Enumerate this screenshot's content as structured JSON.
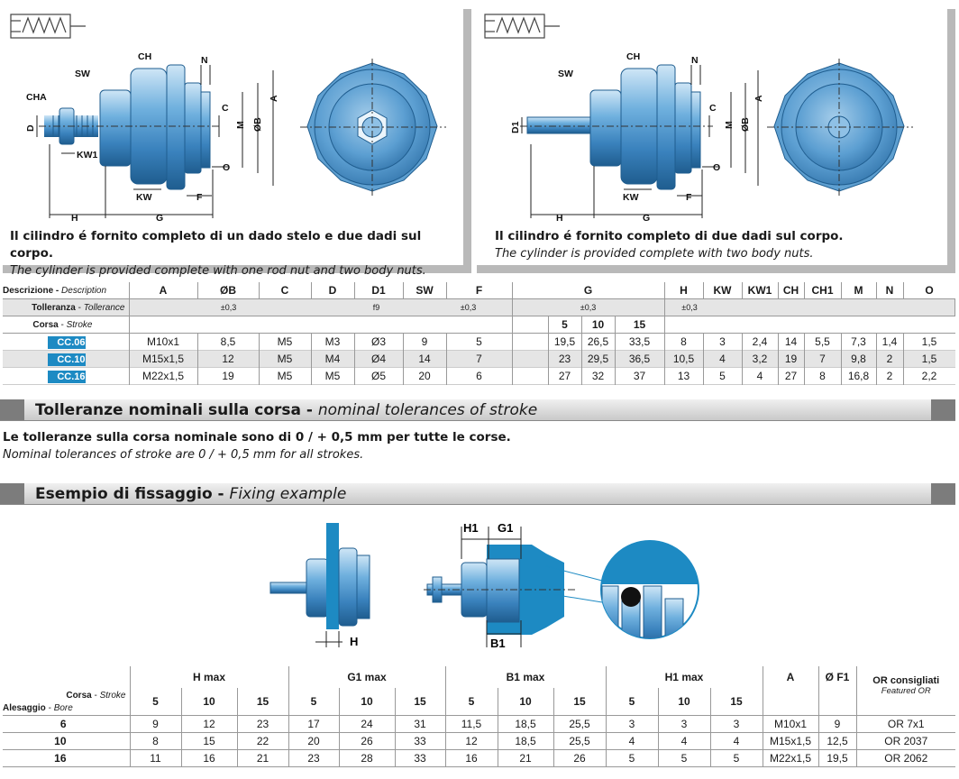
{
  "diagram_left": {
    "labels": [
      "CH",
      "N",
      "SW",
      "CHA",
      "D",
      "C",
      "M",
      "ØB",
      "A",
      "KW1",
      "O",
      "KW",
      "F",
      "H",
      "G"
    ],
    "caption_it": "Il cilindro é fornito completo di un dado stelo e due dadi sul corpo.",
    "caption_en": "The cylinder is provided complete with one rod nut and two body nuts."
  },
  "diagram_right": {
    "labels": [
      "CH",
      "N",
      "SW",
      "D1",
      "C",
      "M",
      "ØB",
      "A",
      "O",
      "KW",
      "F",
      "H",
      "G"
    ],
    "caption_it": "Il cilindro é fornito completo di due dadi sul corpo.",
    "caption_en": "The cylinder is provided complete with two body nuts."
  },
  "dim_table": {
    "desc_label": "Descrizione",
    "desc_label_en": "Description",
    "tol_label": "Tolleranza",
    "tol_label_en": "Tollerance",
    "stroke_label": "Corsa",
    "stroke_label_en": "Stroke",
    "headers": [
      "A",
      "ØB",
      "C",
      "D",
      "D1",
      "SW",
      "F",
      "G",
      "H",
      "KW",
      "KW1",
      "CH",
      "CH1",
      "M",
      "N",
      "O"
    ],
    "tolerances": {
      "B": "±0,3",
      "D1": "f9",
      "F": "±0,3",
      "G": "±0,3",
      "H": "±0,3"
    },
    "strokes": [
      "5",
      "10",
      "15"
    ],
    "rows": [
      {
        "model": "CC.06",
        "A": "M10x1",
        "B": "8,5",
        "C": "M5",
        "D": "M3",
        "D1": "Ø3",
        "SW": "9",
        "F": "5",
        "G": [
          "19,5",
          "26,5",
          "33,5"
        ],
        "H": "8",
        "KW": "3",
        "KW1": "2,4",
        "CH": "14",
        "CH1": "5,5",
        "M": "7,3",
        "N": "1,4",
        "O": "1,5"
      },
      {
        "model": "CC.10",
        "A": "M15x1,5",
        "B": "12",
        "C": "M5",
        "D": "M4",
        "D1": "Ø4",
        "SW": "14",
        "F": "7",
        "G": [
          "23",
          "29,5",
          "36,5"
        ],
        "H": "10,5",
        "KW": "4",
        "KW1": "3,2",
        "CH": "19",
        "CH1": "7",
        "M": "9,8",
        "N": "2",
        "O": "1,5"
      },
      {
        "model": "CC.16",
        "A": "M22x1,5",
        "B": "19",
        "C": "M5",
        "D": "M5",
        "D1": "Ø5",
        "SW": "20",
        "F": "6",
        "G": [
          "27",
          "32",
          "37"
        ],
        "H": "13",
        "KW": "5",
        "KW1": "4",
        "CH": "27",
        "CH1": "8",
        "M": "16,8",
        "N": "2",
        "O": "2,2"
      }
    ]
  },
  "section1": {
    "title_it": "Tolleranze nominali sulla corsa",
    "title_en": "nominal tolerances of stroke",
    "text_it": "Le tolleranze sulla corsa nominale sono di  0 / + 0,5  mm per tutte le corse.",
    "text_en": "Nominal tolerances of stroke are 0 / + 0,5  mm for all strokes."
  },
  "section2": {
    "title_it": "Esempio di fissaggio",
    "title_en": "Fixing example",
    "labels": [
      "H",
      "H1",
      "G1",
      "B1"
    ]
  },
  "fix_table": {
    "groups": [
      "H max",
      "G1 max",
      "B1 max",
      "H1 max",
      "A",
      "Ø F1",
      "OR consigliati"
    ],
    "or_en": "Featured OR",
    "stroke_label": "Corsa",
    "stroke_label_en": "Stroke",
    "bore_label": "Alesaggio",
    "bore_label_en": "Bore",
    "strokes": [
      "5",
      "10",
      "15"
    ],
    "rows": [
      {
        "bore": "6",
        "H": [
          "9",
          "12",
          "23"
        ],
        "G1": [
          "17",
          "24",
          "31"
        ],
        "B1": [
          "11,5",
          "18,5",
          "25,5"
        ],
        "H1": [
          "3",
          "3",
          "3"
        ],
        "A": "M10x1",
        "F1": "9",
        "OR": "OR 7x1"
      },
      {
        "bore": "10",
        "H": [
          "8",
          "15",
          "22"
        ],
        "G1": [
          "20",
          "26",
          "33"
        ],
        "B1": [
          "12",
          "18,5",
          "25,5"
        ],
        "H1": [
          "4",
          "4",
          "4"
        ],
        "A": "M15x1,5",
        "F1": "12,5",
        "OR": "OR 2037"
      },
      {
        "bore": "16",
        "H": [
          "11",
          "16",
          "21"
        ],
        "G1": [
          "23",
          "28",
          "33"
        ],
        "B1": [
          "16",
          "21",
          "26"
        ],
        "H1": [
          "5",
          "5",
          "5"
        ],
        "A": "M22x1,5",
        "F1": "19,5",
        "OR": "OR 2062"
      }
    ]
  },
  "colors": {
    "accent": "#1d8ac3",
    "part": "#4a97cf",
    "part_light": "#9fcbe9",
    "part_dark": "#27638f",
    "frame": "#b9b9b9"
  }
}
